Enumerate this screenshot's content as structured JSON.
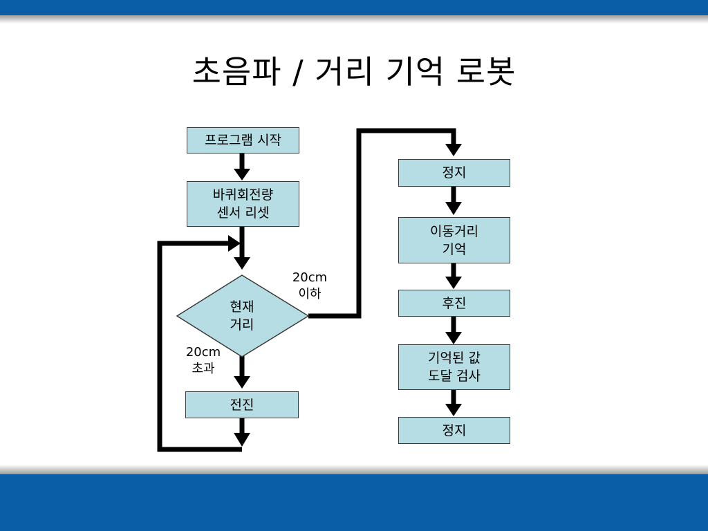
{
  "slide": {
    "title": "초음파 / 거리 기억 로봇"
  },
  "flowchart": {
    "left_column": {
      "start": "프로그램 시작",
      "reset": "바퀴회전량\n센서 리셋",
      "decision": "현재\n거리",
      "forward": "전진"
    },
    "right_column": {
      "stop1": "정지",
      "remember": "이동거리\n기억",
      "backward": "후진",
      "check": "기억된 값\n도달 검사",
      "stop2": "정지"
    },
    "conditions": {
      "near": "20cm\n이하",
      "far": "20cm\n초과"
    }
  },
  "colors": {
    "banner": "#0a5ea8",
    "box_fill": "#b6dde3",
    "box_border": "#3a3a3a",
    "arrow": "#000000"
  }
}
